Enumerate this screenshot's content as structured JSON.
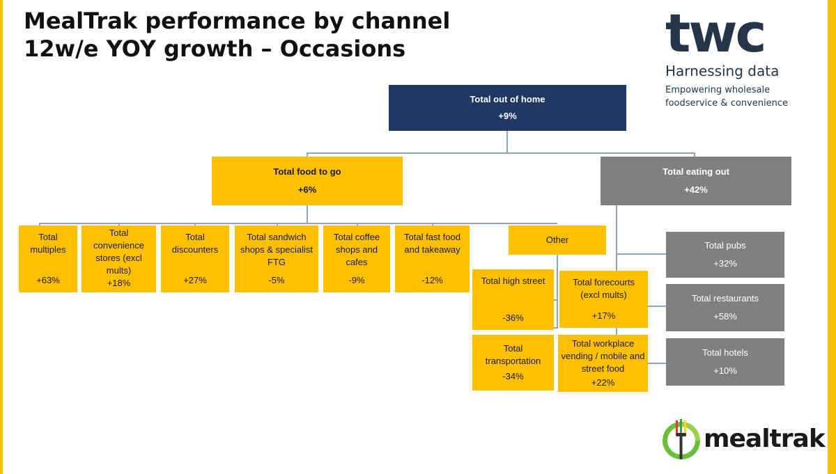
{
  "title": {
    "line1": "MealTrak performance by channel",
    "line2": "12w/e YOY growth – Occasions"
  },
  "brand": {
    "logo_text": "twc",
    "tagline": "Harnessing data",
    "sub_line1": "Empowering wholesale",
    "sub_line2": "foodservice & convenience"
  },
  "mealtrak_logo": {
    "text": "mealtrak"
  },
  "colors": {
    "navy": "#1f3864",
    "gold": "#ffc000",
    "grey": "#808080",
    "connector": "#8fa3c0"
  },
  "nodes": {
    "total_out_of_home": {
      "label": "Total out of home",
      "value": "+9%"
    },
    "total_food_to_go": {
      "label": "Total food to go",
      "value": "+6%"
    },
    "total_eating_out": {
      "label": "Total eating out",
      "value": "+42%"
    },
    "total_multiples": {
      "label": "Total multiples",
      "value": "+63%"
    },
    "total_convenience": {
      "label": "Total convenience stores (excl mults)",
      "value": "+18%"
    },
    "total_discounters": {
      "label": "Total discounters",
      "value": "+27%"
    },
    "total_sandwich": {
      "label": "Total sandwich shops & specialist FTG",
      "value": "-5%"
    },
    "total_coffee": {
      "label": "Total coffee shops and cafes",
      "value": "-9%"
    },
    "total_fast_food": {
      "label": "Total fast food and takeaway",
      "value": "-12%"
    },
    "other": {
      "label": "Other"
    },
    "total_high_street": {
      "label": "Total high street",
      "value": "-36%"
    },
    "total_transportation": {
      "label": "Total transportation",
      "value": "-34%"
    },
    "total_forecourts": {
      "label": "Total forecourts (excl mults)",
      "value": "+17%"
    },
    "total_workplace": {
      "label": "Total workplace vending / mobile and street food",
      "value": "+22%"
    },
    "total_pubs": {
      "label": "Total pubs",
      "value": "+32%"
    },
    "total_restaurants": {
      "label": "Total restaurants",
      "value": "+58%"
    },
    "total_hotels": {
      "label": "Total hotels",
      "value": "+10%"
    }
  }
}
